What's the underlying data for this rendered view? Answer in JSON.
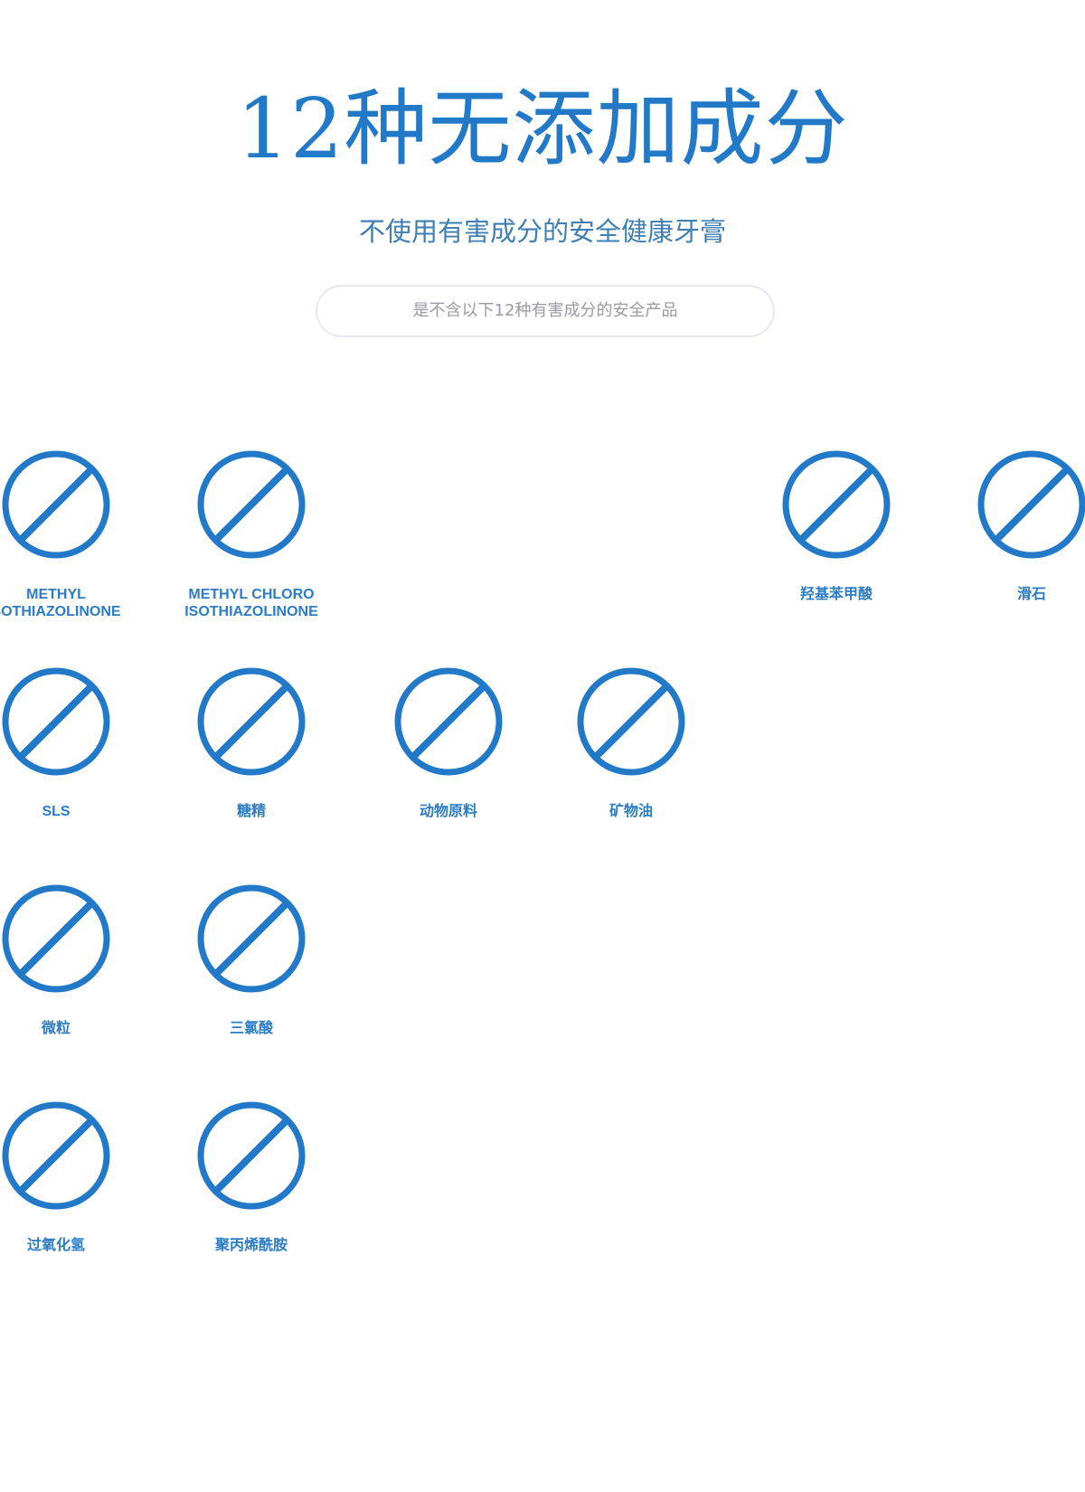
{
  "headline": "12种无添加成分",
  "subtitle": "不使用有害成分的安全健康牙膏",
  "pill_text": "是不含以下12种有害成分的安全产品",
  "accent_color": "#2279c8",
  "icon_name": "prohibited-icon",
  "items": [
    {
      "lines": [
        "METHYL",
        "SOTHIAZOLINONE"
      ]
    },
    {
      "lines": [
        "METHYL CHLORO",
        "ISOTHIAZOLINONE"
      ]
    },
    {
      "lines": [
        "羟基苯甲酸"
      ]
    },
    {
      "lines": [
        "滑石"
      ]
    },
    {
      "lines": [
        "SLS"
      ]
    },
    {
      "lines": [
        "糖精"
      ]
    },
    {
      "lines": [
        "动物原料"
      ]
    },
    {
      "lines": [
        "矿物油"
      ]
    },
    {
      "lines": [
        "微粒"
      ]
    },
    {
      "lines": [
        "三氯酸"
      ]
    },
    {
      "lines": [
        "过氧化氢"
      ]
    },
    {
      "lines": [
        "聚丙烯酰胺"
      ]
    }
  ]
}
